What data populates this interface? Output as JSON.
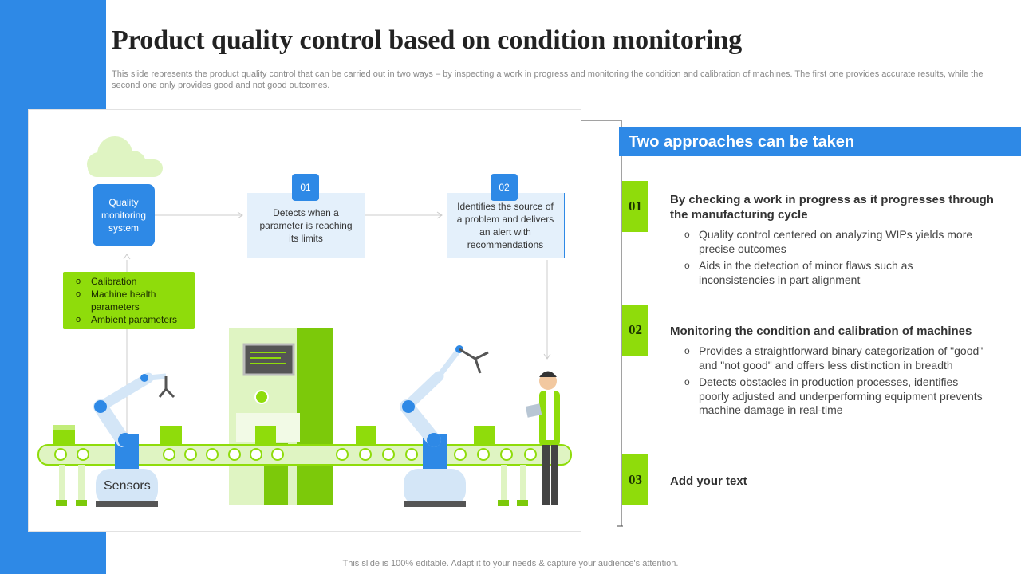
{
  "slide": {
    "title": "Product quality control based on condition monitoring",
    "subtitle": "This slide represents the product quality control that can be carried out in two ways – by inspecting a work in progress and monitoring the condition and calibration of machines. The first one provides accurate results, while the second one only provides good and not good outcomes.",
    "footer": "This slide is 100% editable. Adapt it to your needs & capture your audience's attention."
  },
  "illustration": {
    "qms_label": "Quality monitoring system",
    "step1": {
      "number": "01",
      "text": "Detects when a parameter is reaching its limits"
    },
    "step2": {
      "number": "02",
      "text": "Identifies the source of a problem and delivers an alert with recommendations"
    },
    "parameters": [
      "Calibration",
      "Machine health parameters",
      "Ambient parameters"
    ],
    "sensors_label": "Sensors"
  },
  "approaches": {
    "header": "Two approaches can be taken",
    "items": [
      {
        "number": "01",
        "title": "By checking a work in progress as it progresses through the manufacturing cycle",
        "points": [
          "Quality control centered on analyzing WIPs yields more precise outcomes",
          "Aids in the detection of minor flaws such as inconsistencies in part alignment"
        ]
      },
      {
        "number": "02",
        "title": "Monitoring the condition and calibration of machines",
        "points": [
          "Provides a straightforward binary categorization of \"good\" and \"not good\" and offers less distinction in breadth",
          "Detects obstacles in production processes, identifies poorly adjusted and underperforming equipment prevents machine damage in real-time"
        ]
      },
      {
        "number": "03",
        "title": "Add your text",
        "points": []
      }
    ]
  },
  "colors": {
    "blue": "#2e89e6",
    "green": "#8fdc0b",
    "light_blue": "#e4f0fb"
  }
}
